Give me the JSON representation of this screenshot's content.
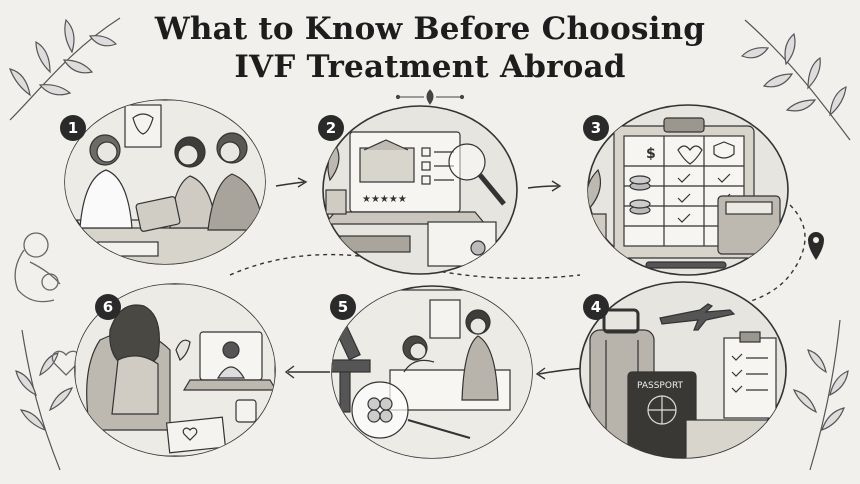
{
  "title": {
    "line1": "What to Know Before Choosing",
    "line2": "IVF Treatment Abroad"
  },
  "steps": [
    {
      "number": "1"
    },
    {
      "number": "2"
    },
    {
      "number": "3"
    },
    {
      "number": "4"
    },
    {
      "number": "5"
    },
    {
      "number": "6"
    }
  ],
  "labels": {
    "passport": "PASSPORT",
    "dollar": "$"
  },
  "colors": {
    "background": "#f1f0ec",
    "ink": "#2a2a2a",
    "badge": "#2a2a2a"
  },
  "icons": [
    "doctor-consultation",
    "clinic-review-magnifier",
    "cost-checklist-calculator",
    "travel-luggage-passport",
    "lab-microscope-embryo",
    "video-call-followup",
    "location-pin-icon",
    "heart-icon",
    "mother-baby-icon"
  ]
}
